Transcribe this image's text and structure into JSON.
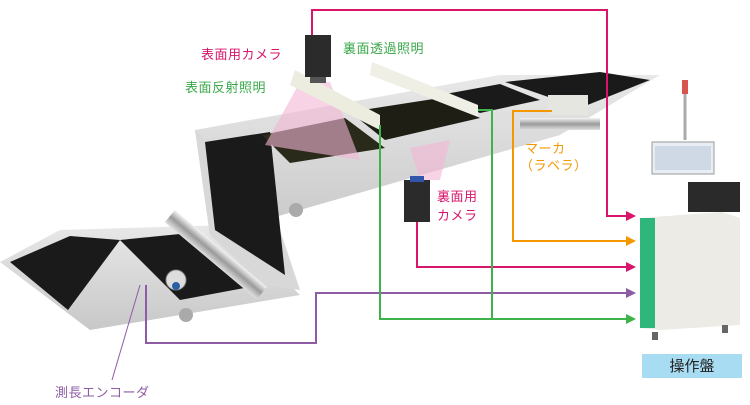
{
  "labels": {
    "front_camera": "表面用カメラ",
    "back_transmitted_light": "裏面透過照明",
    "front_reflected_light": "表面反射照明",
    "marker_line1": "マーカ",
    "marker_line2": "（ラベラ）",
    "back_camera_line1": "裏面用",
    "back_camera_line2": "カメラ",
    "encoder": "測長エンコーダ",
    "control_panel": "操作盤"
  },
  "colors": {
    "camera_signal": "#d6156b",
    "lighting_signal": "#3db34a",
    "marker_signal": "#f39800",
    "encoder_signal": "#8e5ba5",
    "panel_label_bg": "#a8dcf3"
  }
}
